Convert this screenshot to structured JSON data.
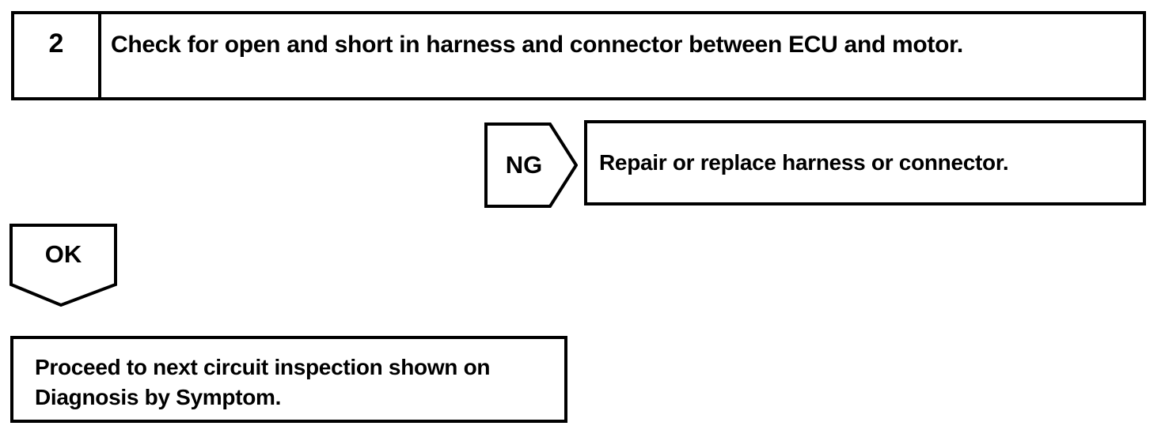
{
  "colors": {
    "ink": "#000000",
    "paper": "#ffffff"
  },
  "flowchart": {
    "step": {
      "number": "2",
      "instruction": "Check for open and short in harness and connector between ECU and motor."
    },
    "ng_branch": {
      "label": "NG",
      "action": "Repair or replace harness or connector."
    },
    "ok_branch": {
      "label": "OK"
    },
    "outcome": {
      "line1": "Proceed to next circuit inspection shown on",
      "line2": "Diagnosis by Symptom."
    }
  }
}
